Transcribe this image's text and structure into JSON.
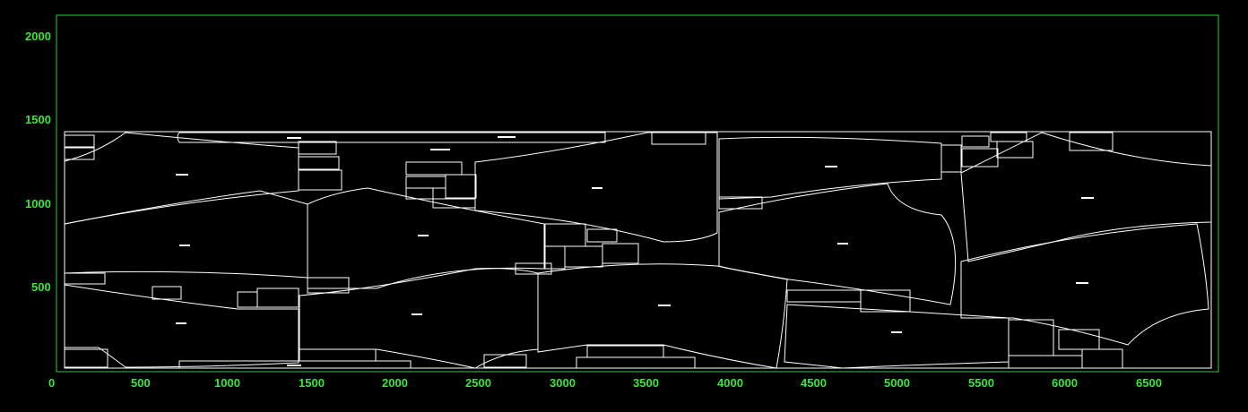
{
  "axes": {
    "x_ticks": [
      "0",
      "500",
      "1000",
      "1500",
      "2000",
      "2500",
      "3000",
      "3500",
      "4000",
      "4500",
      "5000",
      "5500",
      "6000",
      "6500"
    ],
    "y_ticks": [
      "2000",
      "1500",
      "1000",
      "500"
    ]
  },
  "colors": {
    "background": "#000000",
    "axis_text": "#39e639",
    "frame": "#2ecc40",
    "piece_outline": "#ffffff"
  }
}
